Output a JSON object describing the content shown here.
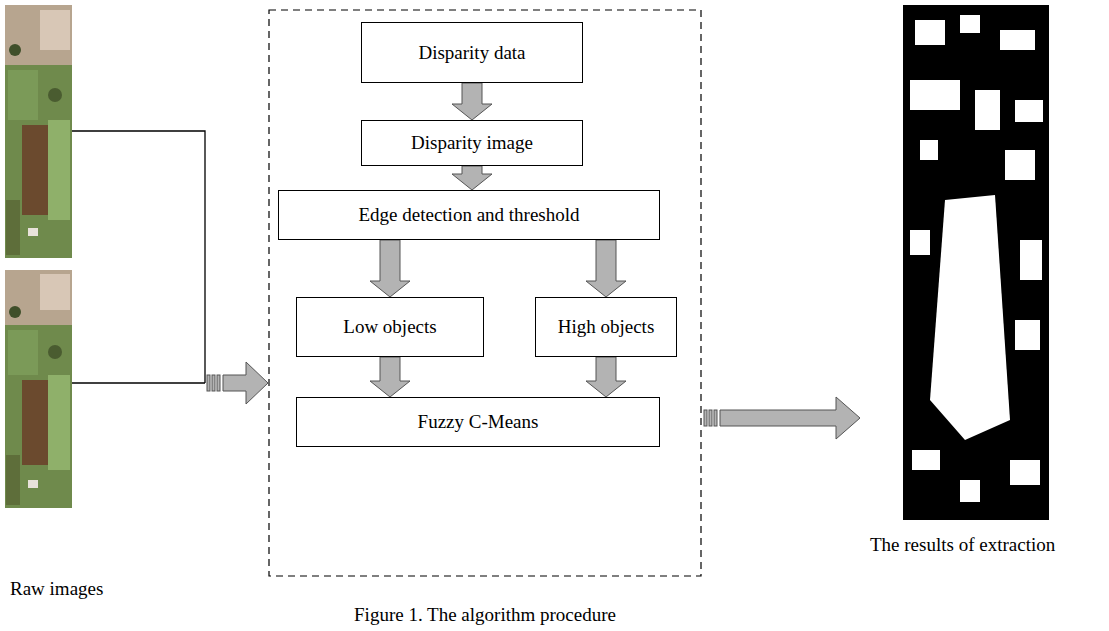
{
  "diagram": {
    "caption": "Figure 1. The algorithm procedure",
    "nodes": [
      {
        "text": [
          "Disparity data"
        ]
      },
      {
        "text": [
          "Disparity image"
        ]
      },
      {
        "text": [
          "Edge detection and threshold"
        ]
      },
      {
        "text": [
          "Low objects"
        ]
      },
      {
        "text": [
          "High objects"
        ]
      },
      {
        "text": [
          "Fuzzy C-Means"
        ]
      }
    ],
    "edges": [
      {
        "from": 0,
        "to": 1,
        "arrow": "to"
      },
      {
        "from": 1,
        "to": 2,
        "arrow": "to"
      },
      {
        "from": 2,
        "to": 3,
        "arrow": "to"
      },
      {
        "from": 2,
        "to": 4,
        "arrow": "to"
      },
      {
        "from": 3,
        "to": 5,
        "arrow": "to"
      },
      {
        "from": 4,
        "to": 5,
        "arrow": "to"
      }
    ],
    "labels": [
      "Raw images",
      "The results of extraction"
    ]
  }
}
